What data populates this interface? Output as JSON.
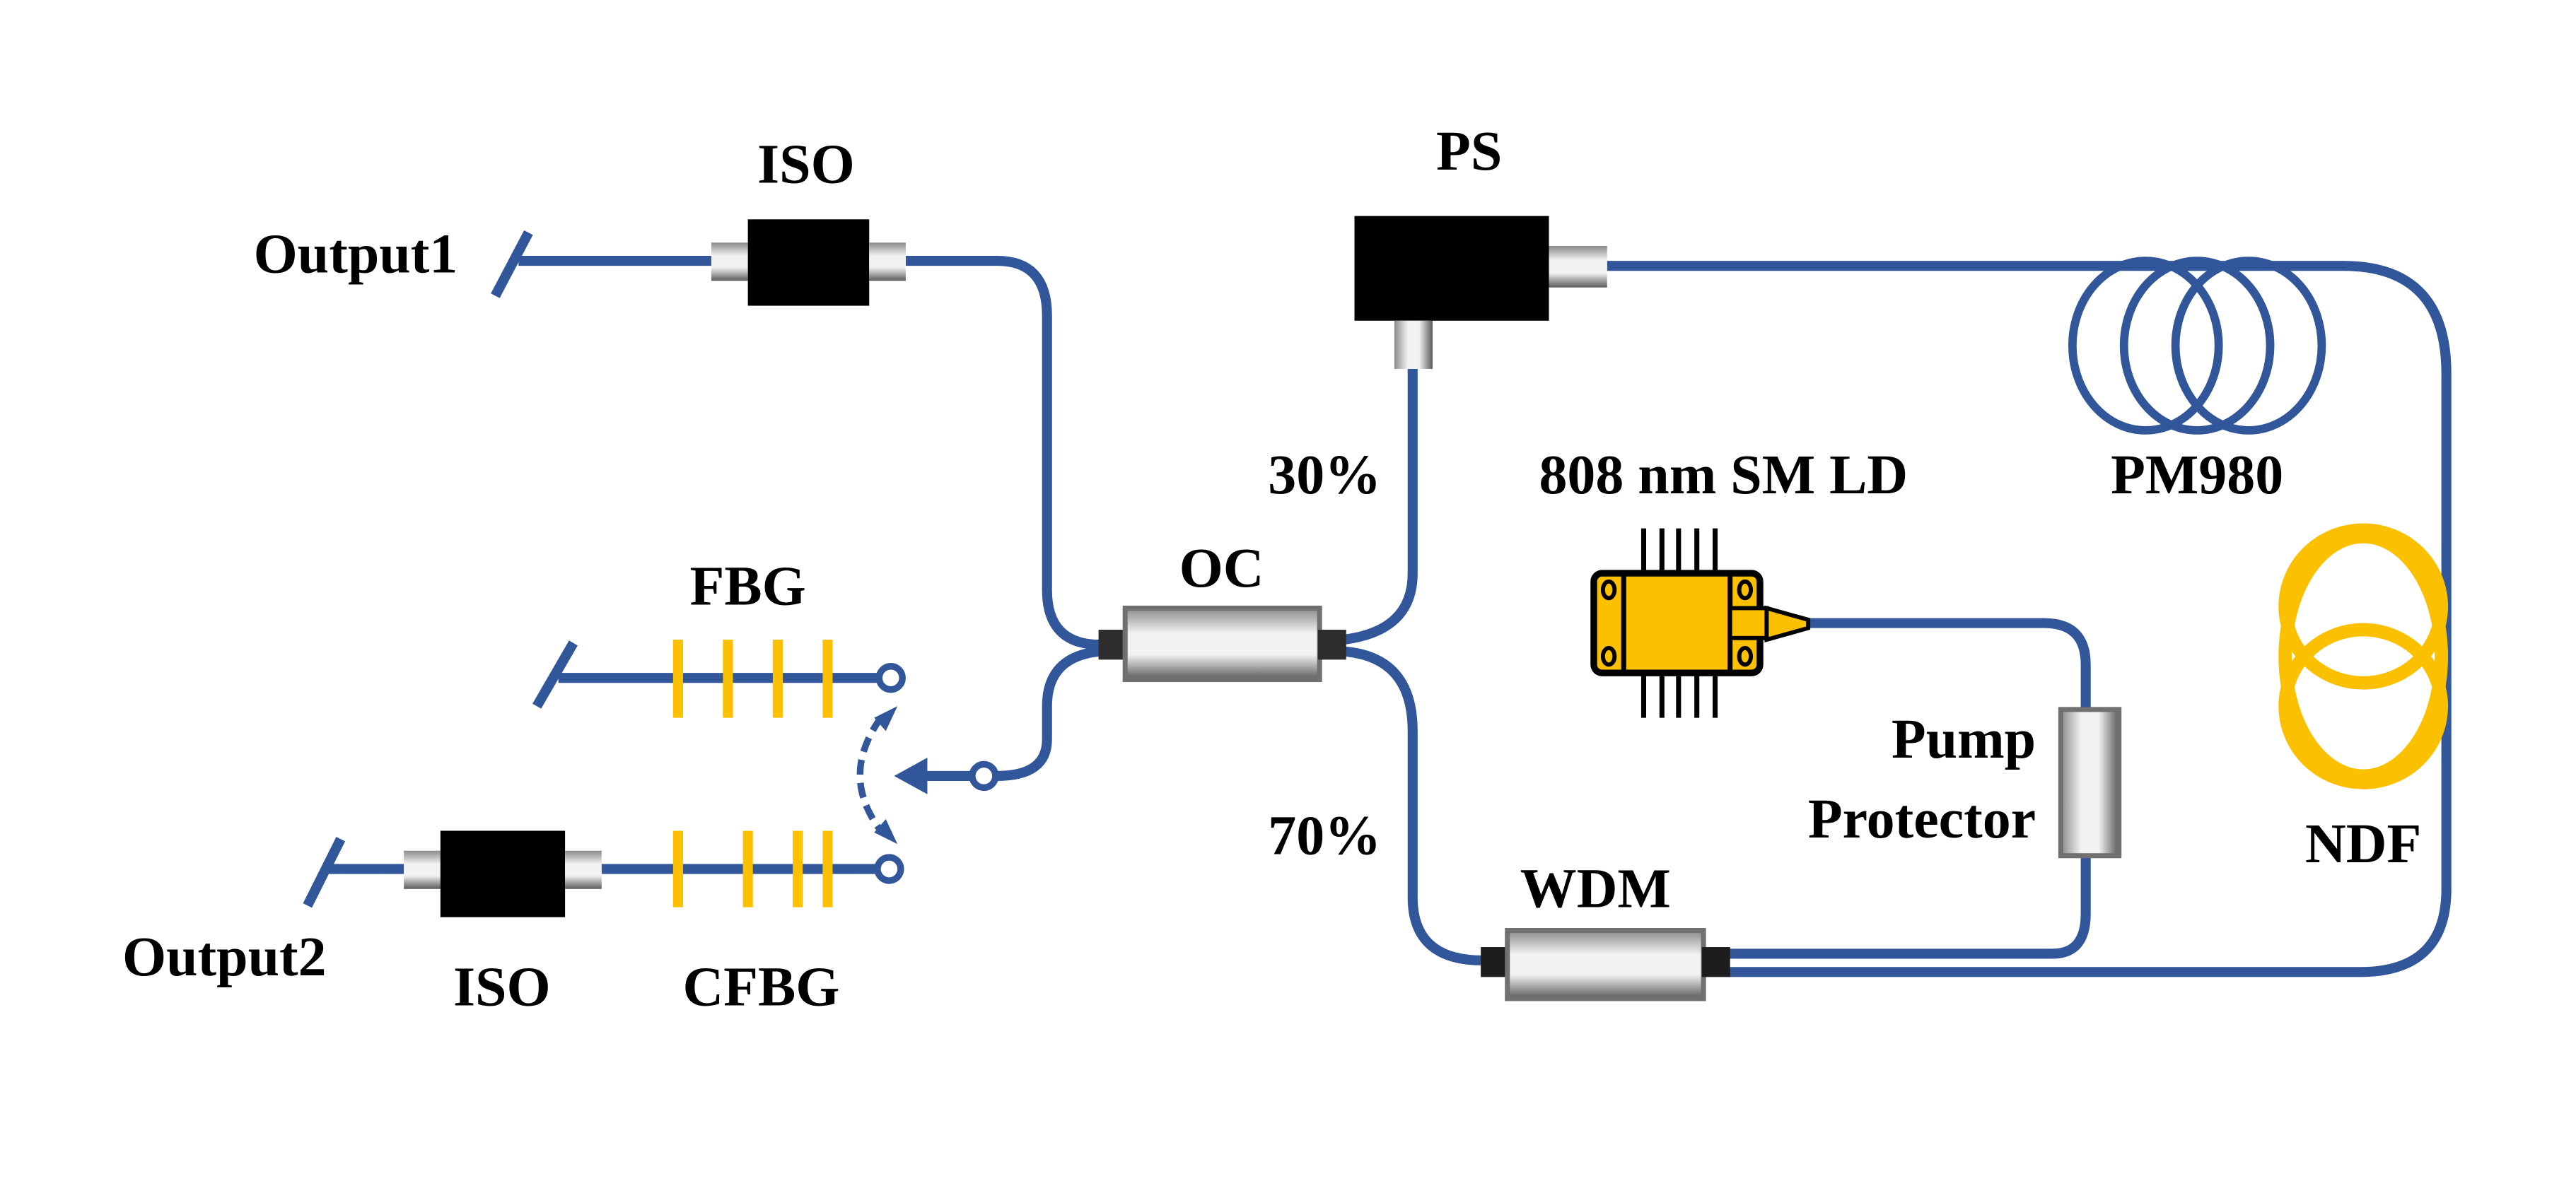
{
  "figure": {
    "description": "Fiber laser setup schematic",
    "colors": {
      "fiber": "#31569a",
      "grating": "#fbc000",
      "ndf_coil": "#fbc000",
      "laser_diode": "#fbc000",
      "isolator": "#000000",
      "coupler_body": "#d9d9d9"
    }
  },
  "labels": {
    "output1": "Output1",
    "iso_top": "ISO",
    "ps": "PS",
    "split_30": "30%",
    "split_70": "70%",
    "oc": "OC",
    "fbg": "FBG",
    "ld": "808 nm SM LD",
    "pm980": "PM980",
    "pump": "Pump",
    "protector": "Protector",
    "ndf": "NDF",
    "wdm": "WDM",
    "output2": "Output2",
    "iso_bottom": "ISO",
    "cfbg": "CFBG"
  },
  "components": [
    {
      "id": "iso-1",
      "type": "isolator",
      "label": "ISO"
    },
    {
      "id": "ps",
      "type": "polarization-splitter",
      "label": "PS"
    },
    {
      "id": "oc",
      "type": "optical-coupler",
      "label": "OC",
      "ports": [
        "30%",
        "70%"
      ]
    },
    {
      "id": "ld",
      "type": "laser-diode",
      "label": "808 nm SM LD"
    },
    {
      "id": "pump-protector",
      "type": "pump-protector",
      "label": "Pump Protector"
    },
    {
      "id": "wdm",
      "type": "wdm",
      "label": "WDM"
    },
    {
      "id": "pm980",
      "type": "fiber-coil",
      "label": "PM980"
    },
    {
      "id": "ndf",
      "type": "fiber-coil",
      "label": "NDF"
    },
    {
      "id": "fbg",
      "type": "grating",
      "label": "FBG"
    },
    {
      "id": "cfbg",
      "type": "grating",
      "label": "CFBG"
    },
    {
      "id": "iso-2",
      "type": "isolator",
      "label": "ISO"
    }
  ]
}
